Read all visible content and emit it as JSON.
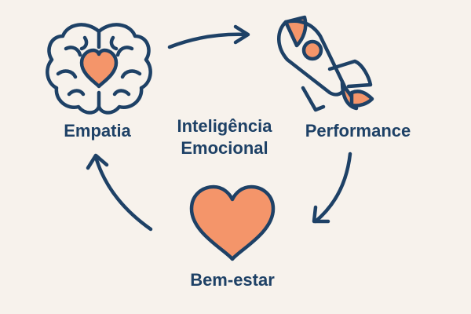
{
  "diagram": {
    "center_line1": "Inteligência",
    "center_line2": "Emocional",
    "nodes": [
      {
        "label": "Empatia",
        "icon": "brain-heart-icon"
      },
      {
        "label": "Performance",
        "icon": "rocket-icon"
      },
      {
        "label": "Bem-estar",
        "icon": "heart-icon"
      }
    ]
  },
  "colors": {
    "background": "#f7f2ec",
    "navy": "#1e4166",
    "coral": "#f4956a"
  }
}
